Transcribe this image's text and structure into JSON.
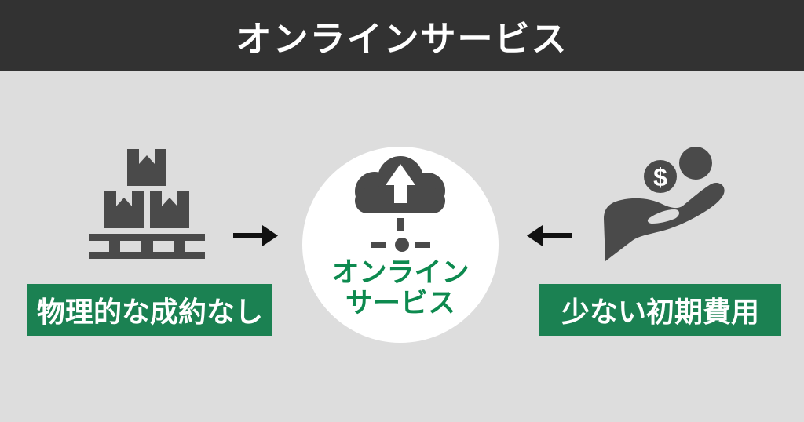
{
  "header": {
    "title": "オンラインサービス"
  },
  "center": {
    "icon": "cloud-upload-network-icon",
    "label_line1": "オンライン",
    "label_line2": "サービス"
  },
  "left": {
    "icon": "pallet-boxes-icon",
    "arrow": "right-arrow",
    "label": "物理的な成約なし"
  },
  "right": {
    "icon": "hand-receiving-money-icon",
    "coin_symbol": "$",
    "arrow": "left-arrow",
    "label": "少ない初期費用"
  },
  "colors": {
    "header_bg": "#323232",
    "canvas_bg": "#dddddd",
    "icon_gray": "#4a4a4a",
    "green": "#1b8152",
    "text_green": "#0d8a4f",
    "arrow_black": "#111111"
  }
}
